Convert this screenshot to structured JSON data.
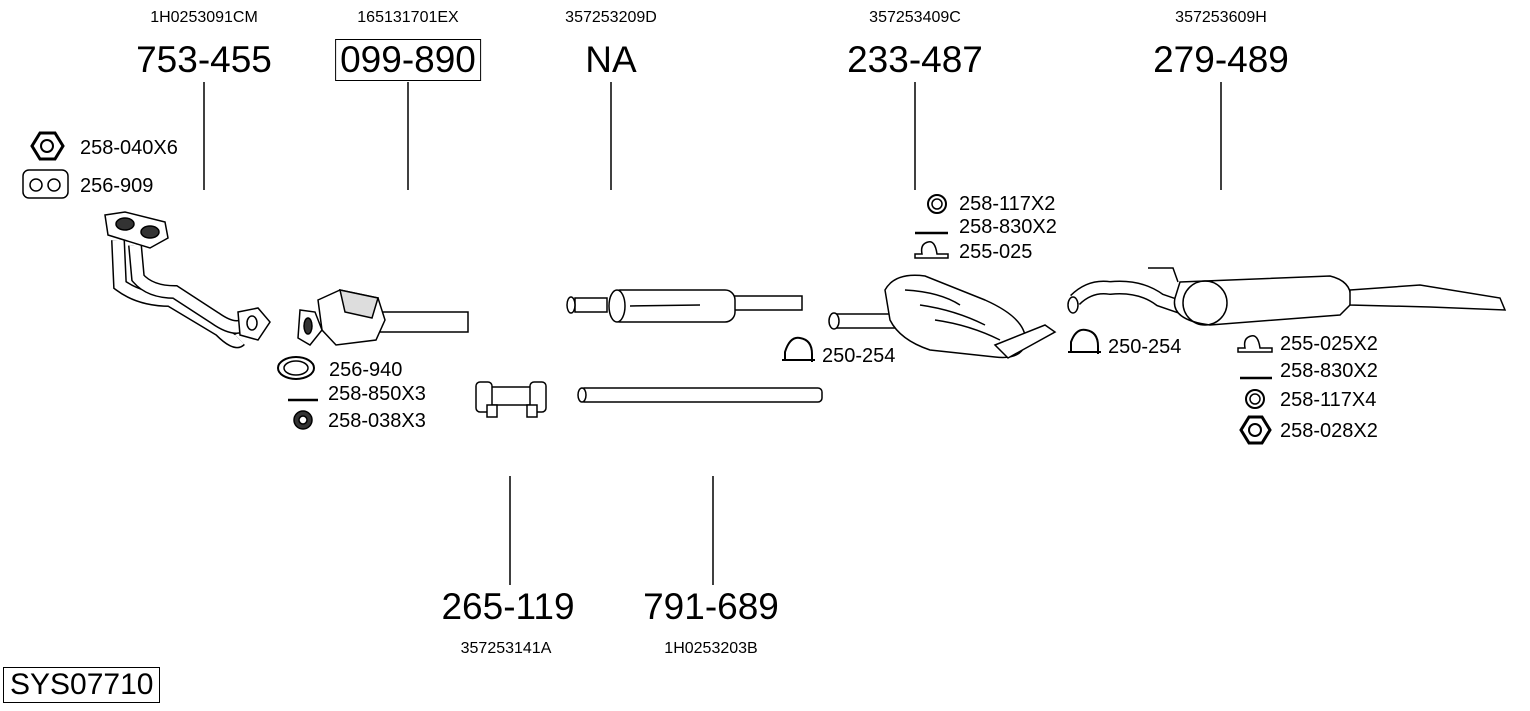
{
  "system_id": "SYS07710",
  "parts": [
    {
      "oe": "1H0253091CM",
      "number": "753-455",
      "boxed": false
    },
    {
      "oe": "165131701EX",
      "number": "099-890",
      "boxed": true
    },
    {
      "oe": "357253209D",
      "number": "NA",
      "boxed": false
    },
    {
      "oe": "357253409C",
      "number": "233-487",
      "boxed": false
    },
    {
      "oe": "357253609H",
      "number": "279-489",
      "boxed": false
    },
    {
      "oe": "357253141A",
      "number": "265-119",
      "boxed": false
    },
    {
      "oe": "1H0253203B",
      "number": "791-689",
      "boxed": false
    }
  ],
  "accessories": {
    "manifold": [
      {
        "icon": "hex-nut-icon",
        "label": "258-040X6"
      },
      {
        "icon": "gasket-icon",
        "label": "256-909"
      }
    ],
    "catalyst": [
      {
        "icon": "ring-gasket-icon",
        "label": "256-940"
      },
      {
        "icon": "bolt-icon",
        "label": "258-850X3"
      },
      {
        "icon": "flange-nut-icon",
        "label": "258-038X3"
      }
    ],
    "middle": [
      {
        "icon": "washer-icon",
        "label": "258-117X2"
      },
      {
        "icon": "bolt-icon",
        "label": "258-830X2"
      },
      {
        "icon": "rubber-mount-icon",
        "label": "255-025"
      }
    ],
    "clamp1": [
      {
        "icon": "u-clamp-icon",
        "label": "250-254"
      }
    ],
    "clamp2": [
      {
        "icon": "u-clamp-icon",
        "label": "250-254"
      }
    ],
    "rear": [
      {
        "icon": "rubber-mount-icon",
        "label": "255-025X2"
      },
      {
        "icon": "bolt-icon",
        "label": "258-830X2"
      },
      {
        "icon": "washer-icon",
        "label": "258-117X4"
      },
      {
        "icon": "hex-nut-icon",
        "label": "258-028X2"
      }
    ]
  }
}
